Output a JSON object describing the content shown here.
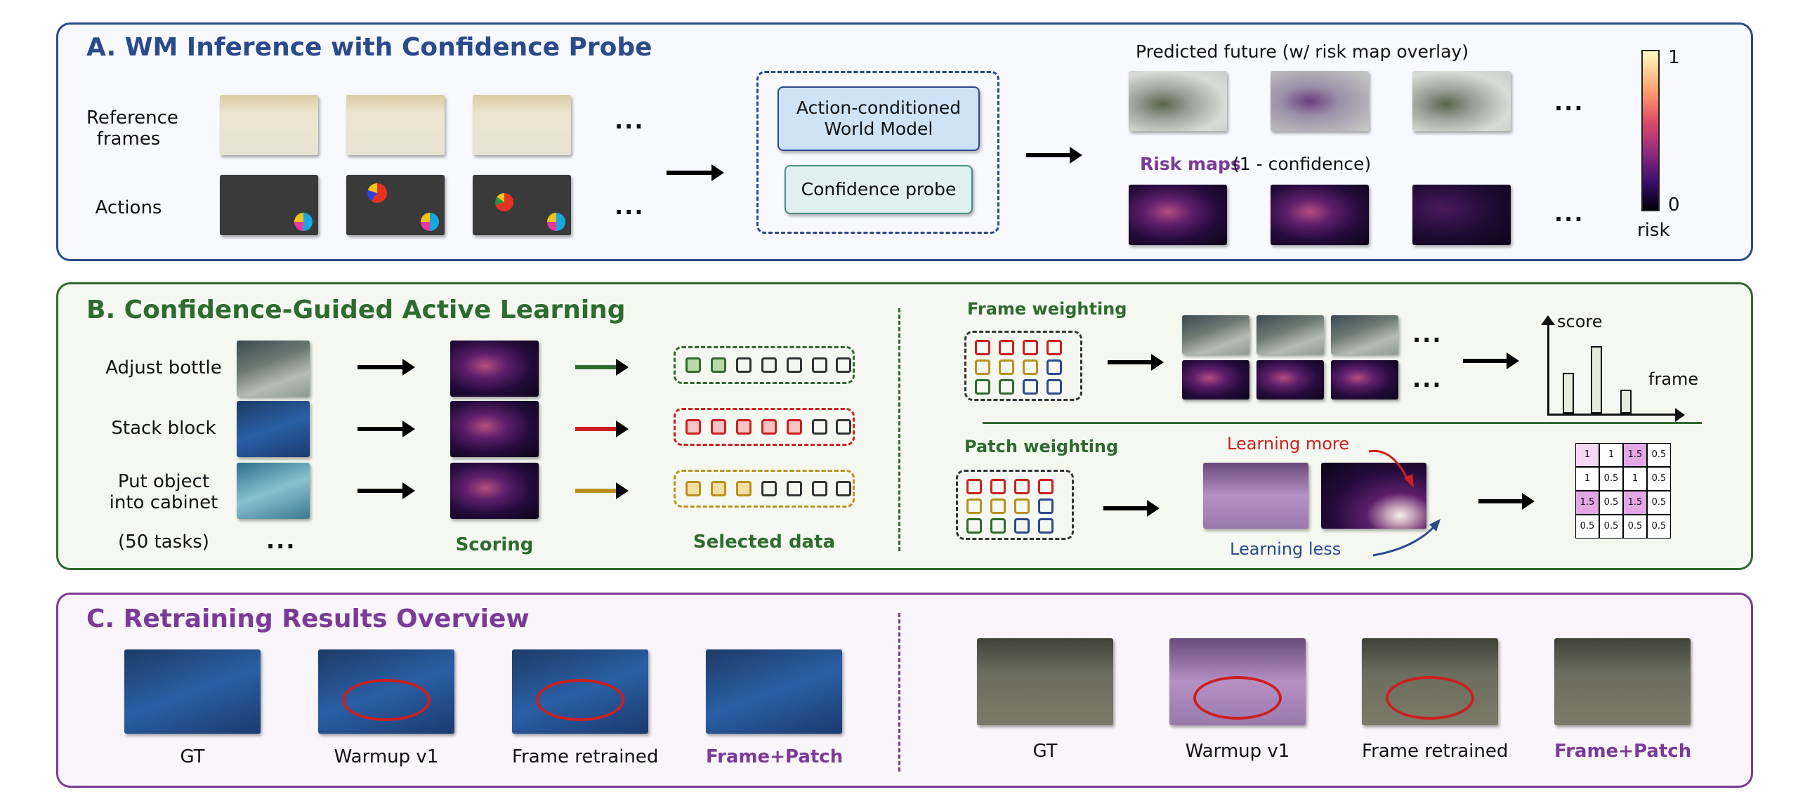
{
  "panelA": {
    "title": "A. WM Inference with Confidence Probe",
    "row_labels": [
      "Reference\nframes",
      "Actions"
    ],
    "model_box": "Action-conditioned\nWorld Model",
    "probe_box": "Confidence probe",
    "predicted_label": "Predicted future (w/ risk map overlay)",
    "risk_maps_label": "Risk maps",
    "risk_maps_sub": "(1 - confidence)",
    "colorbar_max": "1",
    "colorbar_min": "0",
    "colorbar_label": "risk",
    "ellipsis": "..."
  },
  "panelB": {
    "title": "B. Confidence-Guided Active Learning",
    "tasks": [
      "Adjust bottle",
      "Stack block",
      "Put object\ninto cabinet",
      "(50 tasks)"
    ],
    "task_ellipsis": "...",
    "scoring": "Scoring",
    "selected_data": "Selected data",
    "frame_weighting": "Frame weighting",
    "patch_weighting": "Patch weighting",
    "score_axis": "score",
    "frame_axis": "frame",
    "learning_more": "Learning more",
    "learning_less": "Learning less",
    "weight_grid": [
      [
        "1",
        "1",
        "1.5",
        "0.5"
      ],
      [
        "1",
        "0.5",
        "1",
        "0.5"
      ],
      [
        "1.5",
        "0.5",
        "1.5",
        "0.5"
      ],
      [
        "0.5",
        "0.5",
        "0.5",
        "0.5"
      ]
    ],
    "ellipsis": "..."
  },
  "panelC": {
    "title": "C. Retraining Results Overview",
    "labels_left": [
      "GT",
      "Warmup v1",
      "Frame retrained",
      "Frame+Patch"
    ],
    "labels_right": [
      "GT",
      "Warmup v1",
      "Frame retrained",
      "Frame+Patch"
    ]
  },
  "colors": {
    "blue": "#2a4a8c",
    "green": "#2e6b2e",
    "purple": "#7a3b98",
    "red": "#cc1f1f",
    "gold": "#b8901a"
  }
}
